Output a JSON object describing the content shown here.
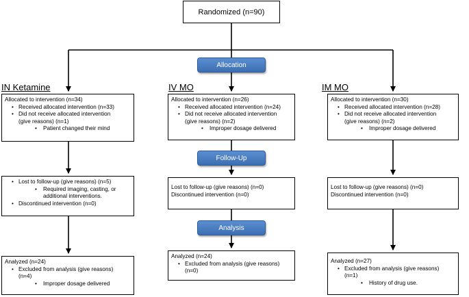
{
  "randomized": "Randomized (n=90)",
  "stages": {
    "allocation": "Allocation",
    "followup": "Follow-Up",
    "analysis": "Analysis"
  },
  "groups": [
    {
      "label": "IN Ketamine",
      "alloc": {
        "head": "Allocated to intervention (n=34)",
        "received": "Received allocated intervention (n=33)",
        "not1": "Did not receive allocated intervention",
        "not2": "(give reasons) (n=1)",
        "reason": "Patient changed their mind"
      },
      "follow": {
        "lost": "Lost to follow-up (give reasons) (n=5)",
        "reason1": "Required imaging, casting, or",
        "reason2": "additional interventions.",
        "disc": "Discontinued intervention (n=0)"
      },
      "analysis": {
        "head": "Analyzed (n=24)",
        "excl1": "Excluded from analysis (give reasons)",
        "excl2": "(n=4)",
        "reason": "Improper dosage delivered"
      }
    },
    {
      "label": "IV MO",
      "alloc": {
        "head": "Allocated to intervention (n=26)",
        "received": "Received allocated intervention (n=24)",
        "not1": "Did not receive allocated intervention",
        "not2": "(give reasons) (n=2)",
        "reason": "Improper dosage delivered"
      },
      "follow": {
        "lost": "Lost to follow-up (give reasons) (n=0)",
        "disc": "Discontinued intervention (n=0)"
      },
      "analysis": {
        "head": "Analyzed (n=24)",
        "excl1": "Excluded from analysis (give reasons)",
        "excl2": "(n=0)"
      }
    },
    {
      "label": "IM MO",
      "alloc": {
        "head": "Allocated to intervention (n=30)",
        "received": "Received allocated intervention (n=28)",
        "not1": "Did not receive allocated intervention",
        "not2": "(give reasons) (n=2)",
        "reason": "Improper dosage delivered"
      },
      "follow": {
        "lost": "Lost to follow-up (give reasons) (n=0)",
        "disc": "Discontinued intervention (n=0)"
      },
      "analysis": {
        "head": "Analyzed (n=27)",
        "excl1": "Excluded from analysis (give reasons)",
        "excl2": "(n=1)",
        "reason": "History of drug use."
      }
    }
  ]
}
